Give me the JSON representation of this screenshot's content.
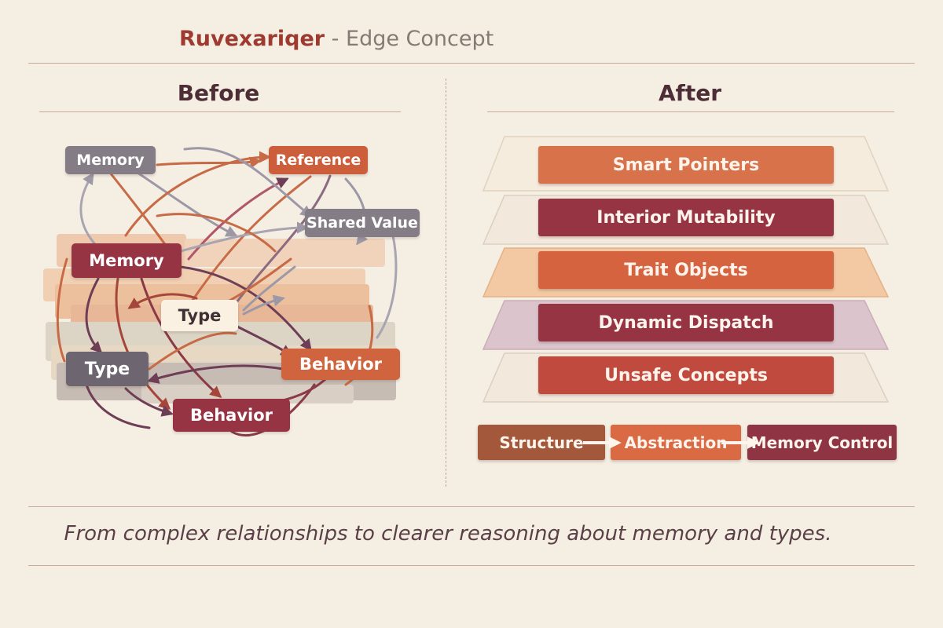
{
  "header": {
    "brand": "Ruvexariqer",
    "separator": " - ",
    "subtitle": "Edge Concept"
  },
  "before": {
    "title": "Before",
    "nodes": {
      "memory_top": "Memory",
      "reference": "Reference",
      "shared_value": "Shared Value",
      "memory_main": "Memory",
      "type_center": "Type",
      "type_left": "Type",
      "behavior_right": "Behavior",
      "behavior_bottom": "Behavior"
    }
  },
  "after": {
    "title": "After",
    "layers": [
      "Smart Pointers",
      "Interior Mutability",
      "Trait Objects",
      "Dynamic Dispatch",
      "Unsafe Concepts"
    ],
    "flow": [
      "Structure",
      "Abstraction",
      "Memory Control"
    ]
  },
  "caption": "From complex relationships to clearer reasoning about memory and types.",
  "colors": {
    "background": "#f4eee3",
    "brand": "#9e3a30",
    "orange": "#d0643f",
    "crimson": "#973443",
    "gray_node": "#857d86",
    "slate_node": "#6d6570",
    "cream_node": "#fbf1e2",
    "layer_orange": "#d7724a",
    "layer_red": "#c04a3e"
  }
}
